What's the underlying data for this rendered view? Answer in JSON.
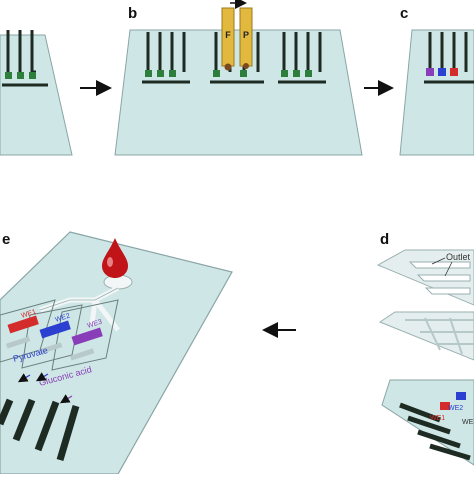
{
  "panels": {
    "b": "b",
    "c": "c",
    "d": "d",
    "e": "e"
  },
  "probes": {
    "left": "F",
    "right": "P"
  },
  "layer_label": "Outlet",
  "electrode_labels": {
    "we1": "WE1",
    "we2": "WE2",
    "we3": "WE3"
  },
  "analytes": {
    "pyruvate": "Pyruvate",
    "gluconic_acid": "Gluconic acid"
  },
  "colors": {
    "paper": "#cfe6e6",
    "paper_edge": "#8aa5a5",
    "electrode": "#1e2b22",
    "pad_green": "#2f7f3c",
    "purple": "#8a3db8",
    "blue": "#2b3fd0",
    "red": "#d42b2b",
    "blood": "#c01418",
    "probe_gold": "#e3b83f"
  }
}
